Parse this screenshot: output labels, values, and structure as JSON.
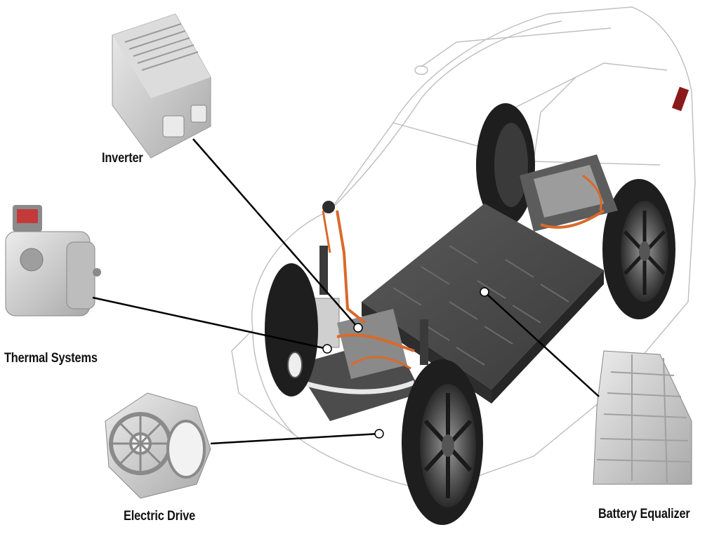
{
  "labels": {
    "inverter": "Inverter",
    "thermal_systems": "Thermal Systems",
    "electric_drive": "Electric Drive",
    "battery_equalizer": "Battery Equalizer"
  },
  "colors": {
    "battery": "#4a4a4a",
    "tire": "#1e1e1e",
    "copper_lines": "#d96a2b",
    "component_metal": "#cfcfcf",
    "leader_line": "#000000"
  }
}
